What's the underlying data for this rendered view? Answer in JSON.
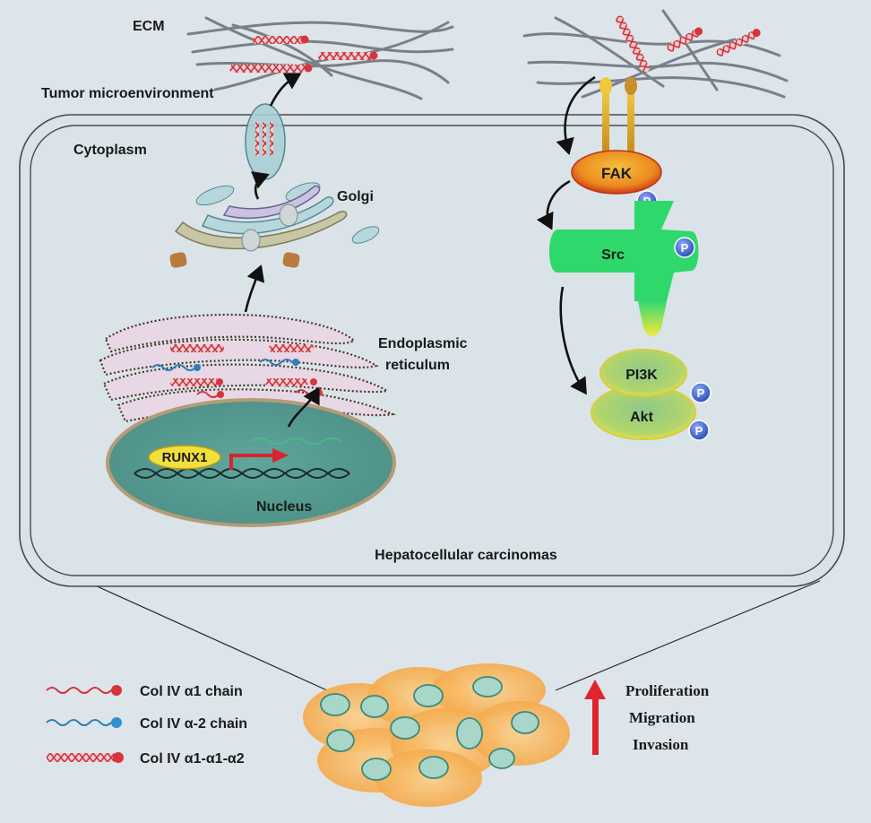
{
  "labels": {
    "ecm": "ECM",
    "tumor_microenvironment": "Tumor microenvironment",
    "cytoplasm": "Cytoplasm",
    "golgi": "Golgi",
    "er_line1": "Endoplasmic",
    "er_line2": "reticulum",
    "nucleus": "Nucleus",
    "runx1": "RUNX1",
    "cell_name": "Hepatocellular carcinomas"
  },
  "pathway": {
    "fak": "FAK",
    "src": "Src",
    "pi3k": "PI3K",
    "akt": "Akt",
    "phospho": "P"
  },
  "legend": [
    {
      "label": "Col IV α1 chain"
    },
    {
      "label": "Col IV α-2 chain"
    },
    {
      "label": "Col IV α1-α1-α2"
    }
  ],
  "effects": [
    "Proliferation",
    "Migration",
    "Invasion"
  ],
  "colors": {
    "background": "#dde5ea",
    "alpha1_chain": "#d8343c",
    "alpha2_chain": "#2f7fb8",
    "src_green": "#2ed66a",
    "fak_orange": "#e8801e",
    "akt_yellow": "#f2e34a",
    "phospho_blue": "#3c64c8",
    "effect_arrow": "#e0242c",
    "nucleus_teal": "#5c9e98"
  }
}
